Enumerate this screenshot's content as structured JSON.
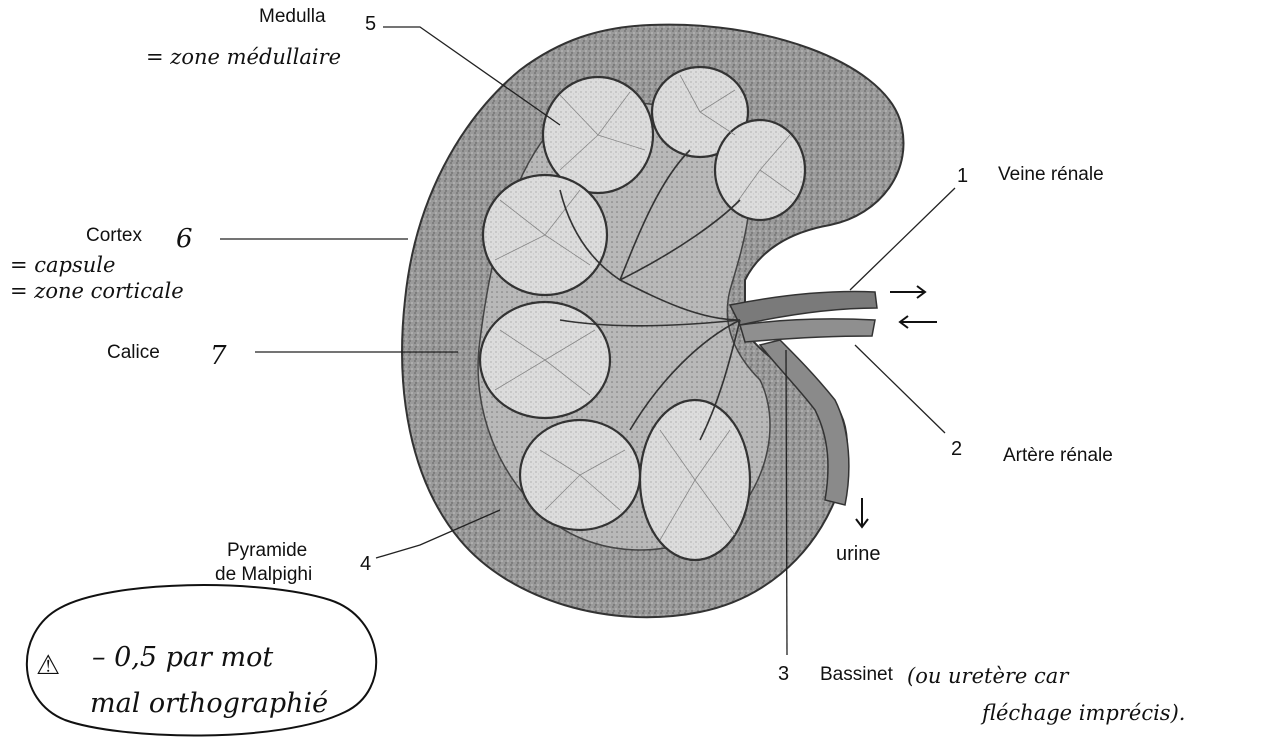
{
  "labels": {
    "medulla": "Medulla",
    "medulla_num": "5",
    "medulla_note": "= zone médullaire",
    "cortex": "Cortex",
    "cortex_num": "6",
    "cortex_note1": "= capsule",
    "cortex_note2": "= zone corticale",
    "calice": "Calice",
    "calice_num": "7",
    "veine": "Veine rénale",
    "veine_num": "1",
    "artere": "Artère rénale",
    "artere_num": "2",
    "pyramide1": "Pyramide",
    "pyramide2": "de Malpighi",
    "pyramide_num": "4",
    "urine": "urine",
    "bassinet": "Bassinet",
    "bassinet_num": "3",
    "bassinet_note1": "(ou uretère car",
    "bassinet_note2": "fléchage imprécis).",
    "warning_symbol": "⚠",
    "warning_line1": "– 0,5  par  mot",
    "warning_line2": "mal  orthographié"
  },
  "colors": {
    "ink": "#111111",
    "kidney_outer": "#8a8a8a",
    "kidney_cortex": "#a5a5a5",
    "pyramid_fill": "#e9e9e9"
  }
}
